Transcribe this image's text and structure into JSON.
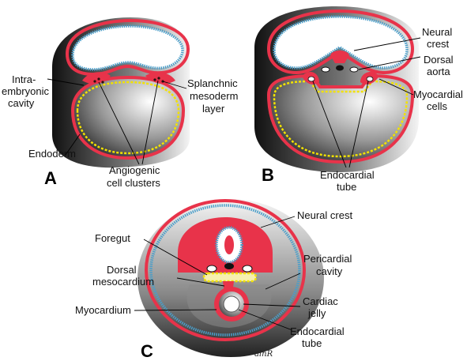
{
  "colors": {
    "ectoderm": "#4a9ec9",
    "mesoderm": "#e8334a",
    "endoderm": "#f2e200",
    "tissue_shade": "#1a1a1a",
    "background": "#ffffff"
  },
  "panels": {
    "a": {
      "letter": "A",
      "labels": {
        "intraembryonic_line1": "Intra-",
        "intraembryonic_line2": "embryonic",
        "intraembryonic_line3": "cavity",
        "splanchnic_line1": "Splanchnic",
        "splanchnic_line2": "mesoderm",
        "splanchnic_line3": "layer",
        "endoderm": "Endoderm",
        "angiogenic_line1": "Angiogenic",
        "angiogenic_line2": "cell clusters"
      }
    },
    "b": {
      "letter": "B",
      "labels": {
        "neural_crest_line1": "Neural",
        "neural_crest_line2": "crest",
        "dorsal_aorta_line1": "Dorsal",
        "dorsal_aorta_line2": "aorta",
        "myocardial_line1": "Myocardial",
        "myocardial_line2": "cells",
        "endocardial_line1": "Endocardial",
        "endocardial_line2": "tube"
      }
    },
    "c": {
      "letter": "C",
      "labels": {
        "neural_crest": "Neural crest",
        "foregut": "Foregut",
        "pericardial_line1": "Pericardial",
        "pericardial_line2": "cavity",
        "dorsal_meso_line1": "Dorsal",
        "dorsal_meso_line2": "mesocardium",
        "cardiac_jelly_line1": "Cardiac",
        "cardiac_jelly_line2": "jelly",
        "myocardium": "Myocardium",
        "endocardial_line1": "Endocardial",
        "endocardial_line2": "tube"
      }
    }
  },
  "signature": "alnR"
}
